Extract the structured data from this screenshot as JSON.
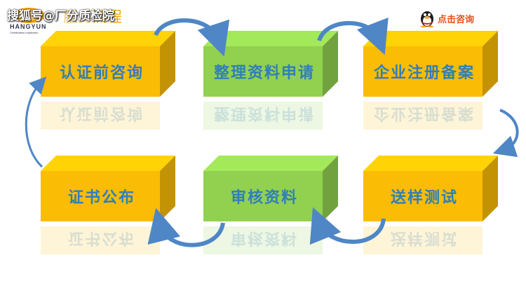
{
  "watermark": {
    "text": "搜狐号@厂分质检院",
    "title_partial": "流程",
    "title_hidden": "服务"
  },
  "logo": {
    "name": "HANGYUN",
    "subtitle": "Certification Inspection"
  },
  "contact": {
    "label": "点击咨询",
    "icon": "qq-penguin-icon"
  },
  "steps": [
    {
      "label": "认证前咨询",
      "color": "#fbbc05"
    },
    {
      "label": "整理资料申请",
      "color": "#92d050"
    },
    {
      "label": "企业注册备案",
      "color": "#fbbc05"
    },
    {
      "label": "证书公布",
      "color": "#fbbc05"
    },
    {
      "label": "审核资料",
      "color": "#92d050"
    },
    {
      "label": "送样测试",
      "color": "#fbbc05"
    }
  ],
  "colors": {
    "arrow": "#4f86c6",
    "label": "#2f7fb8",
    "accent": "#e8501c"
  }
}
